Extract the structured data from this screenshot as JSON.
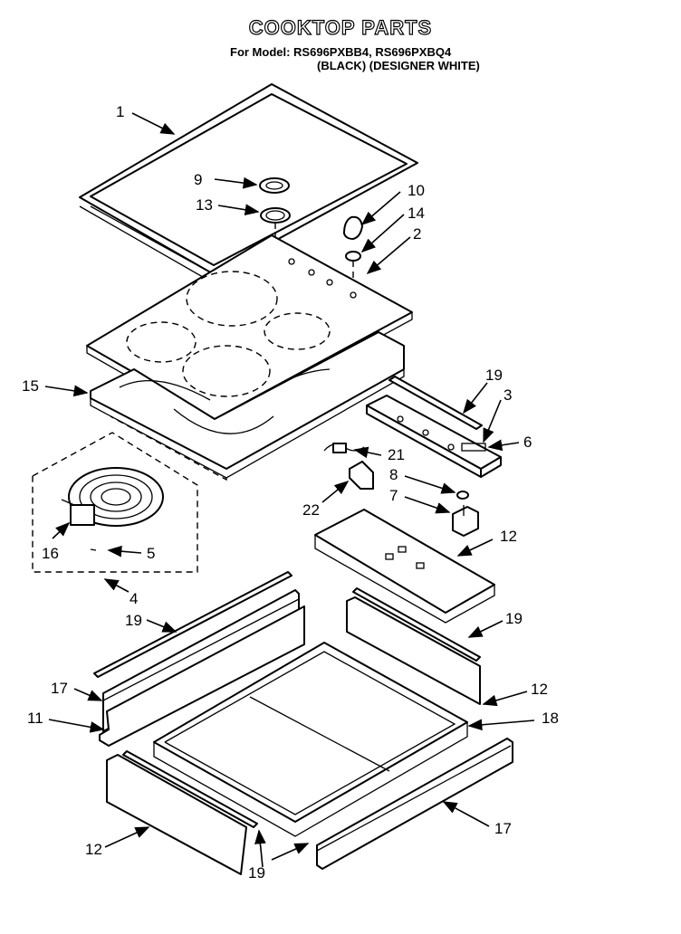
{
  "header": {
    "title": "COOKTOP PARTS",
    "model_line": "For Model: RS696PXBB4, RS696PXBQ4",
    "variant_line": "(BLACK) (DESIGNER WHITE)"
  },
  "callouts": {
    "c1": "1",
    "c9": "9",
    "c13": "13",
    "c10": "10",
    "c14": "14",
    "c2": "2",
    "c15": "15",
    "c19a": "19",
    "c3": "3",
    "c6": "6",
    "c21": "21",
    "c8": "8",
    "c7": "7",
    "c22": "22",
    "c16": "16",
    "c5": "5",
    "c4": "4",
    "c12a": "12",
    "c19b": "19",
    "c19c": "19",
    "c17a": "17",
    "c12b": "12",
    "c11": "11",
    "c18": "18",
    "c17b": "17",
    "c12c": "12",
    "c19d": "19"
  },
  "colors": {
    "line": "#000000",
    "background": "#ffffff"
  }
}
